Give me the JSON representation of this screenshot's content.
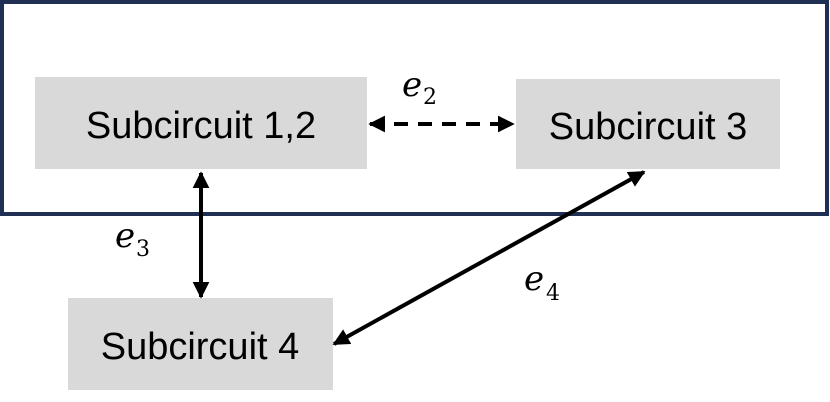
{
  "nodes": {
    "subcircuit_12": "Subcircuit 1,2",
    "subcircuit_3": "Subcircuit 3",
    "subcircuit_4": "Subcircuit 4"
  },
  "edges": {
    "e2": {
      "base": "e",
      "sub": "2",
      "style": "dashed",
      "between": [
        "Subcircuit 1,2",
        "Subcircuit 3"
      ]
    },
    "e3": {
      "base": "e",
      "sub": "3",
      "style": "solid",
      "between": [
        "Subcircuit 1,2",
        "Subcircuit 4"
      ]
    },
    "e4": {
      "base": "e",
      "sub": "4",
      "style": "solid",
      "between": [
        "Subcircuit 4",
        "Subcircuit 3"
      ]
    }
  },
  "colors": {
    "group_border": "#1f3054",
    "node_fill": "#d9d9d9",
    "arrow": "#000000",
    "background": "#ffffff"
  }
}
